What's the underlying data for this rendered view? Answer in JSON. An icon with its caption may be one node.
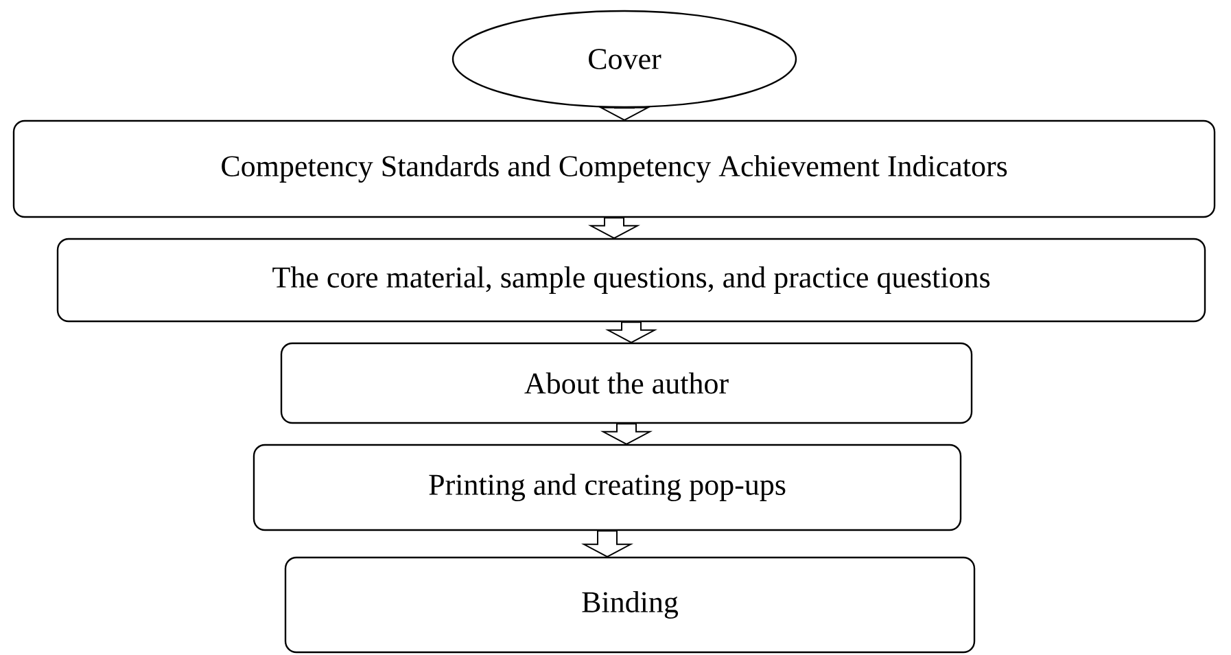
{
  "diagram": {
    "nodes": [
      {
        "text": [
          "Cover"
        ]
      },
      {
        "text": [
          "Competency Standards and Competency Achievement Indicators"
        ]
      },
      {
        "text": [
          "The core material, sample questions, and practice questions"
        ]
      },
      {
        "text": [
          "About the author"
        ]
      },
      {
        "text": [
          "Printing and creating pop-ups"
        ]
      },
      {
        "text": [
          "Binding"
        ]
      }
    ],
    "edges": [
      {
        "from": 0,
        "to": 1,
        "arrow": "to"
      },
      {
        "from": 1,
        "to": 2,
        "arrow": "to"
      },
      {
        "from": 2,
        "to": 3,
        "arrow": "to"
      },
      {
        "from": 3,
        "to": 4,
        "arrow": "to"
      },
      {
        "from": 4,
        "to": 5,
        "arrow": "to"
      }
    ]
  }
}
